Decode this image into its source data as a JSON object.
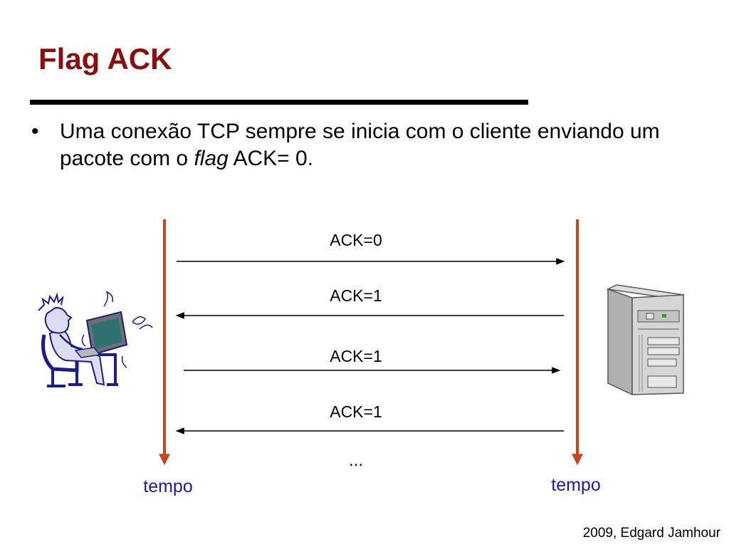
{
  "slide": {
    "title": "Flag ACK",
    "bullet": {
      "marker": "•",
      "text_before": "Uma conexão TCP sempre se inicia com o cliente enviando um pacote com o ",
      "text_italic": "flag",
      "text_after": " ACK= 0."
    },
    "footer": "2009, Edgard Jamhour"
  },
  "diagram": {
    "left_timeline_label": "tempo",
    "right_timeline_label": "tempo",
    "continuation": "...",
    "messages": [
      {
        "label": "ACK=0",
        "direction": "client-to-server"
      },
      {
        "label": "ACK=1",
        "direction": "server-to-client"
      },
      {
        "label": "ACK=1",
        "direction": "client-to-server"
      },
      {
        "label": "ACK=1",
        "direction": "server-to-client"
      }
    ],
    "client_icon": "person-at-computer-icon",
    "server_icon": "server-tower-icon"
  },
  "colors": {
    "title": "#8b0d0d",
    "timeline": "#c8461e",
    "tempo_label": "#1a1aa6",
    "arrow": "#000000"
  }
}
